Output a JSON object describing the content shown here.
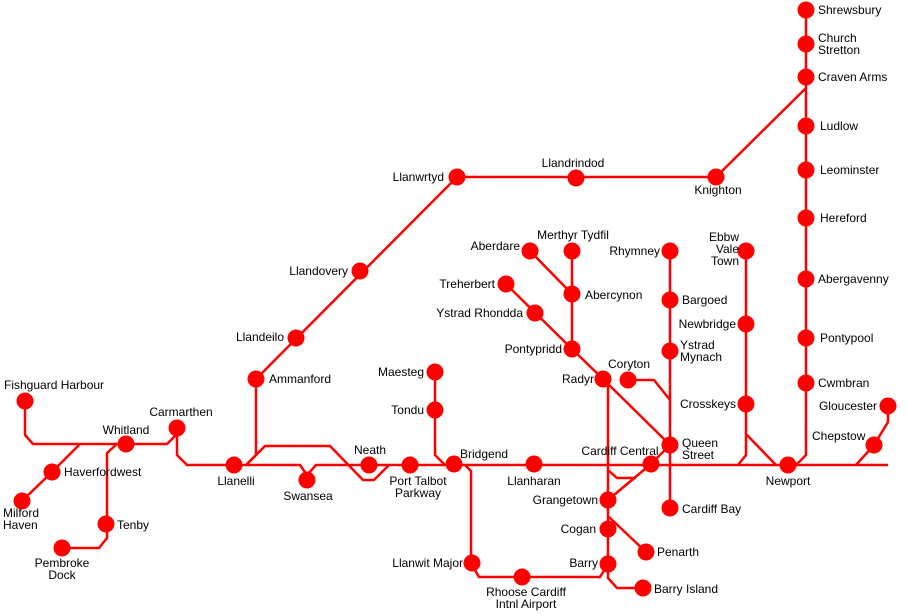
{
  "colors": {
    "line": "#ff0000",
    "background": "#ffffff",
    "text": "#000000"
  },
  "stations": [
    {
      "id": "shrewsbury",
      "name": [
        "Shrewsbury"
      ]
    },
    {
      "id": "church_stretton",
      "name": [
        "Church",
        "Stretton"
      ]
    },
    {
      "id": "craven_arms",
      "name": [
        "Craven Arms"
      ]
    },
    {
      "id": "ludlow",
      "name": [
        "Ludlow"
      ]
    },
    {
      "id": "leominster",
      "name": [
        "Leominster"
      ]
    },
    {
      "id": "hereford",
      "name": [
        "Hereford"
      ]
    },
    {
      "id": "abergavenny",
      "name": [
        "Abergavenny"
      ]
    },
    {
      "id": "pontypool",
      "name": [
        "Pontypool"
      ]
    },
    {
      "id": "cwmbran",
      "name": [
        "Cwmbran"
      ]
    },
    {
      "id": "gloucester",
      "name": [
        "Gloucester"
      ]
    },
    {
      "id": "chepstow",
      "name": [
        "Chepstow"
      ]
    },
    {
      "id": "newport",
      "name": [
        "Newport"
      ]
    },
    {
      "id": "knighton",
      "name": [
        "Knighton"
      ]
    },
    {
      "id": "llandrindod",
      "name": [
        "Llandrindod"
      ]
    },
    {
      "id": "llanwrtyd",
      "name": [
        "Llanwrtyd"
      ]
    },
    {
      "id": "llandovery",
      "name": [
        "Llandovery"
      ]
    },
    {
      "id": "llandeilo",
      "name": [
        "Llandeilo"
      ]
    },
    {
      "id": "ammanford",
      "name": [
        "Ammanford"
      ]
    },
    {
      "id": "llanelli",
      "name": [
        "Llanelli"
      ]
    },
    {
      "id": "swansea",
      "name": [
        "Swansea"
      ]
    },
    {
      "id": "neath",
      "name": [
        "Neath"
      ]
    },
    {
      "id": "port_talbot",
      "name": [
        "Port Talbot",
        "Parkway"
      ]
    },
    {
      "id": "bridgend",
      "name": [
        "Bridgend"
      ]
    },
    {
      "id": "llanharan",
      "name": [
        "Llanharan"
      ]
    },
    {
      "id": "cardiff_central",
      "name": [
        "Cardiff Central"
      ]
    },
    {
      "id": "queen_street",
      "name": [
        "Queen",
        "Street"
      ]
    },
    {
      "id": "cardiff_bay",
      "name": [
        "Cardiff Bay"
      ]
    },
    {
      "id": "grangetown",
      "name": [
        "Grangetown"
      ]
    },
    {
      "id": "cogan",
      "name": [
        "Cogan"
      ]
    },
    {
      "id": "penarth",
      "name": [
        "Penarth"
      ]
    },
    {
      "id": "barry",
      "name": [
        "Barry"
      ]
    },
    {
      "id": "barry_island",
      "name": [
        "Barry Island"
      ]
    },
    {
      "id": "rhoose",
      "name": [
        "Rhoose Cardiff",
        "Intnl Airport"
      ]
    },
    {
      "id": "llanwit_major",
      "name": [
        "Llanwit Major"
      ]
    },
    {
      "id": "maesteg",
      "name": [
        "Maesteg"
      ]
    },
    {
      "id": "tondu",
      "name": [
        "Tondu"
      ]
    },
    {
      "id": "radyr",
      "name": [
        "Radyr"
      ]
    },
    {
      "id": "coryton",
      "name": [
        "Coryton"
      ]
    },
    {
      "id": "pontypridd",
      "name": [
        "Pontypridd"
      ]
    },
    {
      "id": "ystrad_rhondda",
      "name": [
        "Ystrad Rhondda"
      ]
    },
    {
      "id": "treherbert",
      "name": [
        "Treherbert"
      ]
    },
    {
      "id": "abercynon",
      "name": [
        "Abercynon"
      ]
    },
    {
      "id": "aberdare",
      "name": [
        "Aberdare"
      ]
    },
    {
      "id": "merthyr_tydfil",
      "name": [
        "Merthyr Tydfil"
      ]
    },
    {
      "id": "rhymney",
      "name": [
        "Rhymney"
      ]
    },
    {
      "id": "bargoed",
      "name": [
        "Bargoed"
      ]
    },
    {
      "id": "ystrad_mynach",
      "name": [
        "Ystrad",
        "Mynach"
      ]
    },
    {
      "id": "ebbw_vale_town",
      "name": [
        "Ebbw",
        "Vale",
        "Town"
      ]
    },
    {
      "id": "newbridge",
      "name": [
        "Newbridge"
      ]
    },
    {
      "id": "crosskeys",
      "name": [
        "Crosskeys"
      ]
    },
    {
      "id": "carmarthen",
      "name": [
        "Carmarthen"
      ]
    },
    {
      "id": "whitland",
      "name": [
        "Whitland"
      ]
    },
    {
      "id": "haverfordwest",
      "name": [
        "Haverfordwest"
      ]
    },
    {
      "id": "milford_haven",
      "name": [
        "Milford",
        "Haven"
      ]
    },
    {
      "id": "fishguard_harbour",
      "name": [
        "Fishguard Harbour"
      ]
    },
    {
      "id": "tenby",
      "name": [
        "Tenby"
      ]
    },
    {
      "id": "pembroke_dock",
      "name": [
        "Pembroke",
        "Dock"
      ]
    }
  ]
}
